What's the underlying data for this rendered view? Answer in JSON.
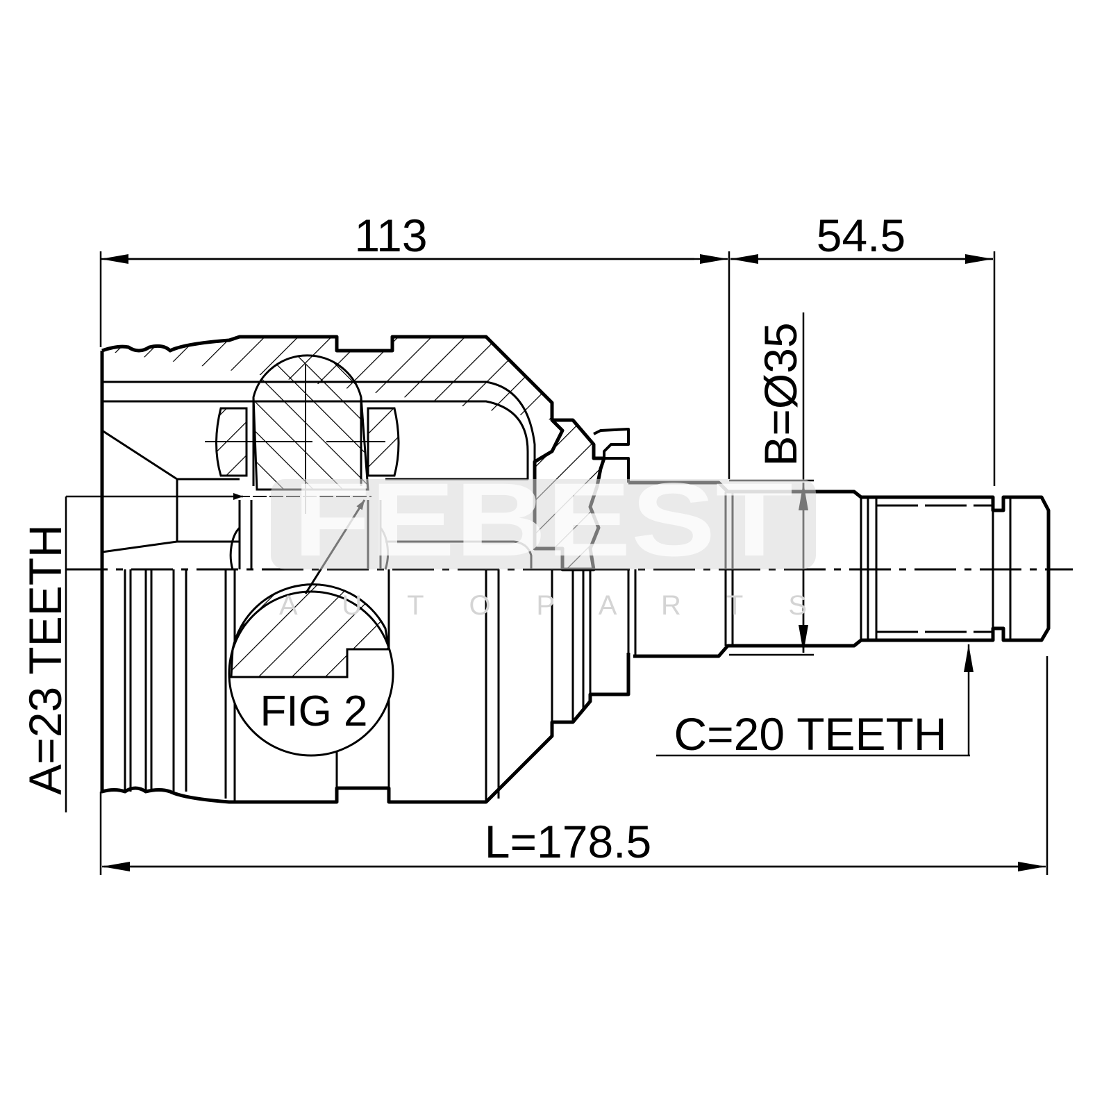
{
  "drawing": {
    "dim_housing_length": "113",
    "dim_shaft_length": "54.5",
    "dim_total_length": "L=178.5",
    "dim_diameter": "B=Ø35",
    "spline_a": "A=23 TEETH",
    "spline_c": "C=20 TEETH",
    "detail_label": "FIG 2"
  },
  "watermark": {
    "brand": "FEBEST",
    "tagline": "A U T O P A R T S"
  },
  "colors": {
    "line": "#000000",
    "watermark": "#e2e2e2"
  }
}
